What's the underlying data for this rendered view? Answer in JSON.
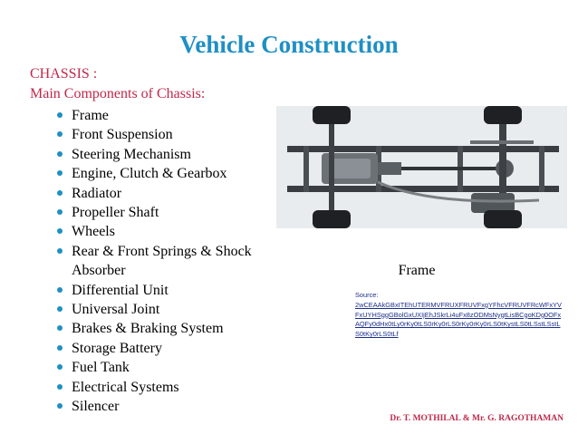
{
  "title": "Vehicle Construction",
  "section": "CHASSIS :",
  "subsection": "Main Components of Chassis:",
  "components": [
    "Frame",
    "Front Suspension",
    "Steering Mechanism",
    "Engine, Clutch & Gearbox",
    "Radiator",
    "Propeller Shaft",
    "Wheels",
    "Rear & Front Springs & Shock Absorber",
    "Differential Unit",
    "Universal Joint",
    "Brakes & Braking System",
    "Storage Battery",
    "Fuel Tank",
    "Electrical Systems",
    "Silencer"
  ],
  "figure": {
    "caption": "Frame",
    "source_label": "Source:",
    "source_url": "2wCEAAkGBxITEhUTERMVFRUXFRUVFxgYFhcVFRUVFRcWFxYVFxUYHSggGBolGxUXIjEhJSkrLi4uFx8zODMsNygtLisBCgoKDg0OFxAQFy0dHx0tLy0rKy0tLS0rKy0rLS0rKy0rKy0rLS0tKystLS0tLSstLSstLS0tKy0rLS0tLf"
  },
  "footer": "Dr. T. MOTHILAL & Mr. G. RAGOTHAMAN"
}
